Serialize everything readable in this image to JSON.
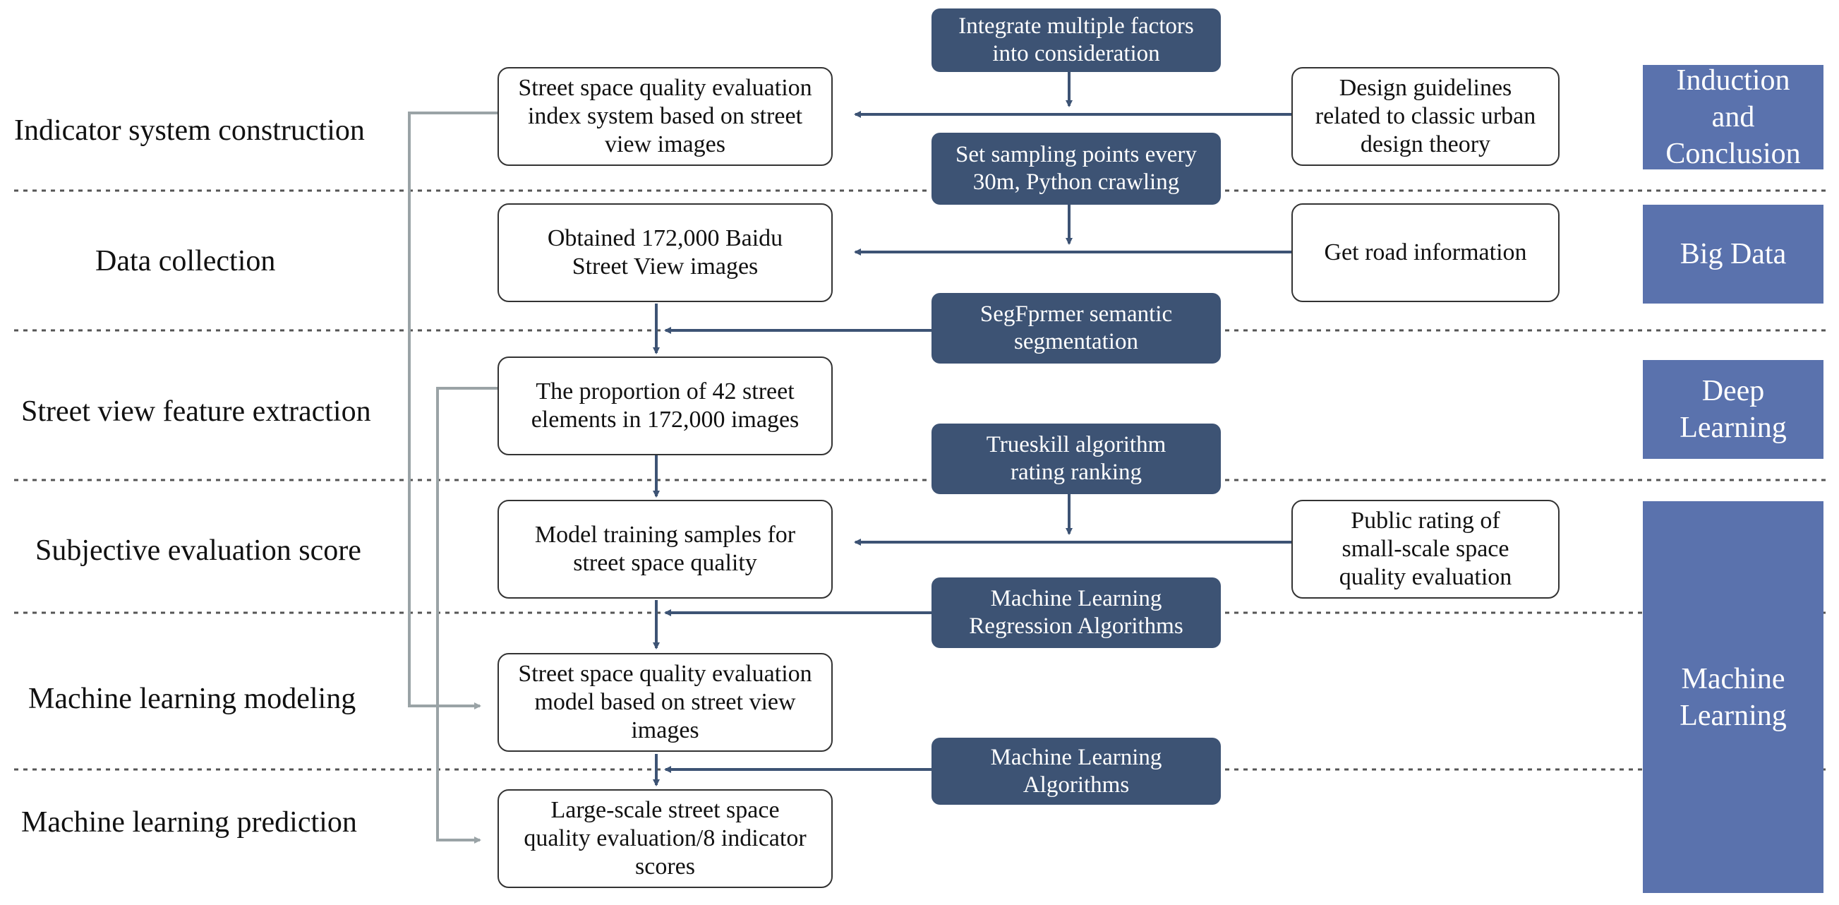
{
  "stages": [
    "Indicator system construction",
    "Data collection",
    "Street view feature extraction",
    "Subjective evaluation score",
    "Machine learning modeling",
    "Machine learning prediction"
  ],
  "main_boxes": [
    "Street space quality evaluation index system based on street view images",
    "Obtained 172,000 Baidu Street View images",
    "The proportion of 42 street elements in 172,000 images",
    "Model training samples for street space quality",
    "Street space quality evaluation model based on street view images",
    "Large-scale street space quality evaluation/8 indicator scores"
  ],
  "methods": [
    "Integrate multiple factors into consideration",
    "Set sampling points every 30m, Python crawling",
    "SegFprmer semantic segmentation",
    "Trueskill algorithm rating ranking",
    "Machine Learning Regression Algorithms",
    "Machine Learning Algorithms"
  ],
  "sources": [
    "Design guidelines related to classic urban design theory",
    "Get road information",
    "Public rating of small-scale space quality evaluation"
  ],
  "categories": [
    "Induction and Conclusion",
    "Big Data",
    "Deep Learning",
    "Machine Learning"
  ],
  "colors": {
    "method_fill": "#3d5374",
    "category_fill": "#5a72ad",
    "arrow_dark": "#3d5374",
    "arrow_gray": "#9aa3a6",
    "divider": "#555555"
  }
}
